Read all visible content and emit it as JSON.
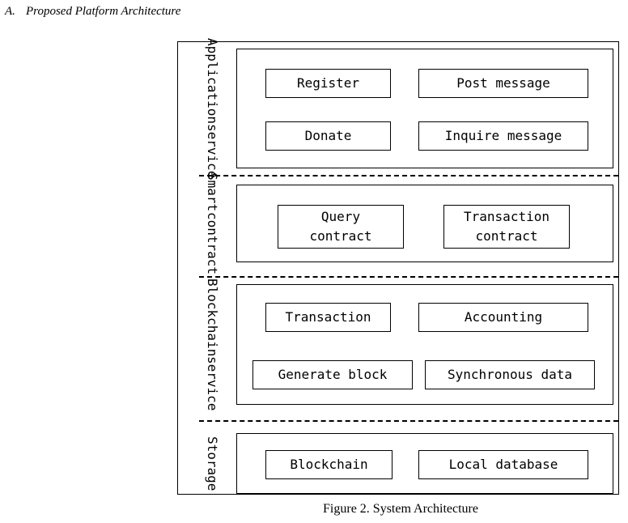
{
  "section": {
    "number": "A.",
    "title": "Proposed Platform Architecture"
  },
  "caption": "Figure 2. System Architecture",
  "layers": {
    "application": {
      "label_lines": [
        "Application",
        "service"
      ],
      "nodes": [
        "Register",
        "Post message",
        "Donate",
        "Inquire message"
      ]
    },
    "smart_contract": {
      "label_lines": [
        "Smart",
        "contract"
      ],
      "nodes": [
        "Query\ncontract",
        "Transaction\ncontract"
      ]
    },
    "blockchain": {
      "label_lines": [
        "Blockchain",
        "service"
      ],
      "nodes": [
        "Transaction",
        "Accounting",
        "Generate block",
        "Synchronous data"
      ]
    },
    "storage": {
      "label_lines": [
        "Storage"
      ],
      "nodes": [
        "Blockchain",
        "Local database"
      ]
    }
  }
}
